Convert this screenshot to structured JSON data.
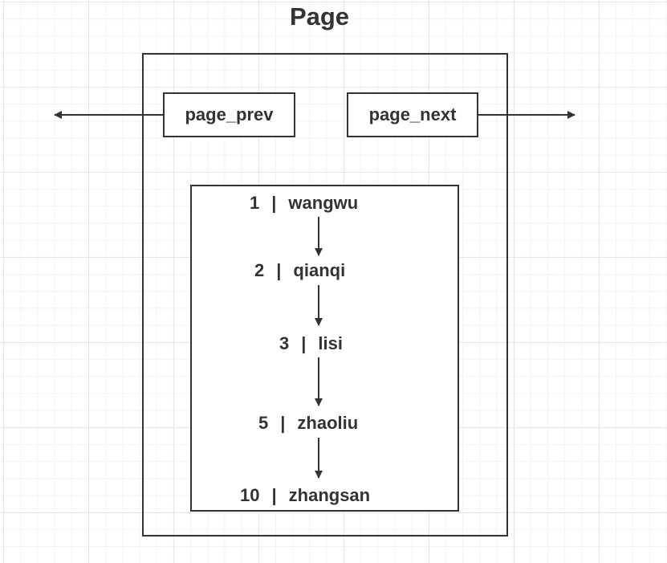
{
  "title": "Page",
  "pointers": {
    "prev_label": "page_prev",
    "next_label": "page_next"
  },
  "records": [
    {
      "id": "1",
      "sep": "|",
      "name": "wangwu"
    },
    {
      "id": "2",
      "sep": "|",
      "name": "qianqi"
    },
    {
      "id": "3",
      "sep": "|",
      "name": "lisi"
    },
    {
      "id": "5",
      "sep": "|",
      "name": "zhaoliu"
    },
    {
      "id": "10",
      "sep": "|",
      "name": "zhangsan"
    }
  ],
  "colors": {
    "stroke": "#333333",
    "grid": "#e6e6e6",
    "background": "#ffffff"
  }
}
